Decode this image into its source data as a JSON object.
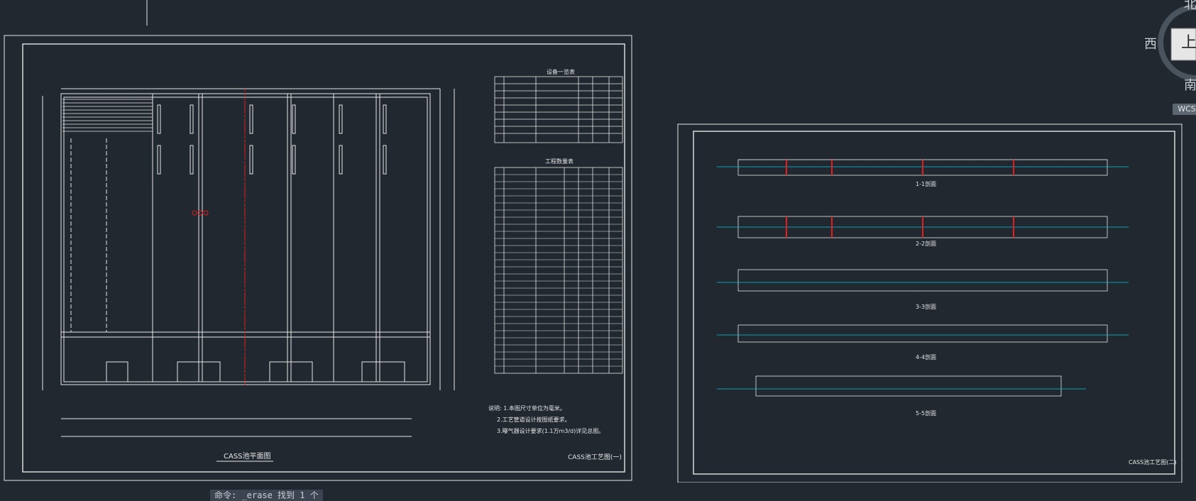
{
  "sheet1": {
    "title_plan": "CASS池平面图",
    "title_block": "CASS池工艺图(一)",
    "equipment_table_title": "设备一览表",
    "material_table_title": "工程数量表",
    "notes": [
      "说明: 1.本图尺寸单位为毫米。",
      "2.工艺管道设计按图纸要求。",
      "3.曝气器设计要求(1.1万m3/d)详见总图。"
    ]
  },
  "sheet2": {
    "sections": [
      "1-1剖面",
      "2-2剖面",
      "3-3剖面",
      "4-4剖面",
      "5-5剖面"
    ],
    "title_block": "CASS池工艺图(二)"
  },
  "viewcube": {
    "north": "北",
    "west": "西",
    "south": "南",
    "top": "上",
    "wcs": "WCS"
  },
  "command_line": "命令: _erase 找到 1 个",
  "colors": {
    "background": "#212830",
    "line_white": "#e6e6e6",
    "accent_cyan": "#00c8e6",
    "accent_red": "#e02020"
  }
}
